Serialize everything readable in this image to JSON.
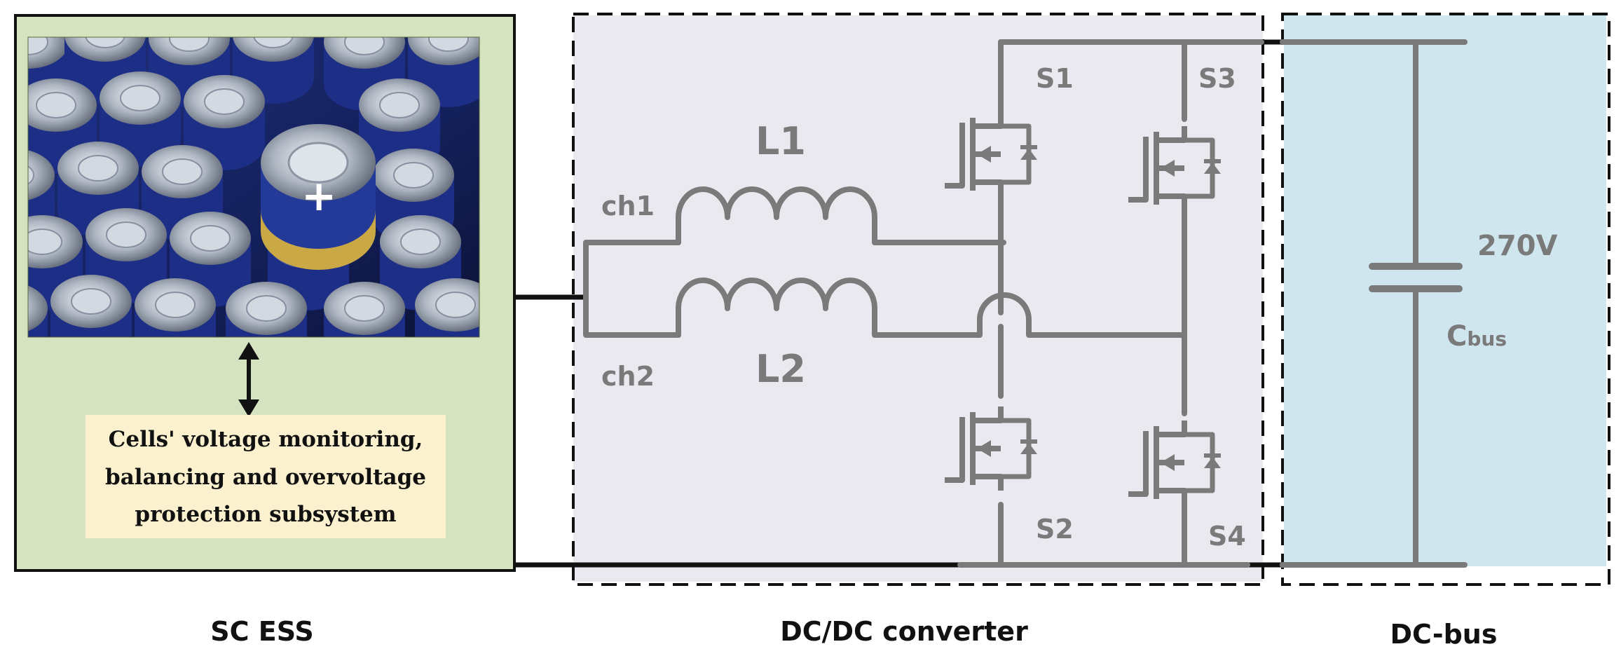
{
  "blocks": {
    "sc_ess": {
      "label": "SC ESS"
    },
    "converter": {
      "label": "DC/DC converter"
    },
    "dc_bus": {
      "label": "DC-bus"
    }
  },
  "monitoring_box": {
    "lines": [
      "Cells' voltage monitoring,",
      "balancing and overvoltage",
      "protection subsystem"
    ]
  },
  "circuit": {
    "channels": [
      "ch1",
      "ch2"
    ],
    "inductors": [
      "L1",
      "L2"
    ],
    "switches": [
      "S1",
      "S2",
      "S3",
      "S4"
    ],
    "voltage": "270V",
    "capacitor": {
      "main": "C",
      "sub": "bus"
    }
  },
  "colors": {
    "ess_bg": "#d6e3c0",
    "converter_bg": "#ebe9f0",
    "bus_bg": "#cfe6ee",
    "note_bg": "#fbf1cf",
    "wire": "#7a7a7a"
  }
}
